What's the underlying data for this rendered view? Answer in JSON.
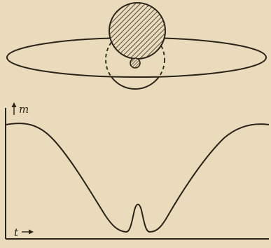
{
  "colors": {
    "paper": "#e9dbbb",
    "ink": "#2a2418"
  },
  "diagram": {
    "type": "eclipsing-binary-light-curve",
    "upper_panel": {
      "components": [
        "orbit-ellipse",
        "large-star",
        "small-star",
        "eclipsing-disk"
      ]
    },
    "lower_panel": {
      "y_axis_label": "m",
      "x_axis_label": "t"
    }
  }
}
